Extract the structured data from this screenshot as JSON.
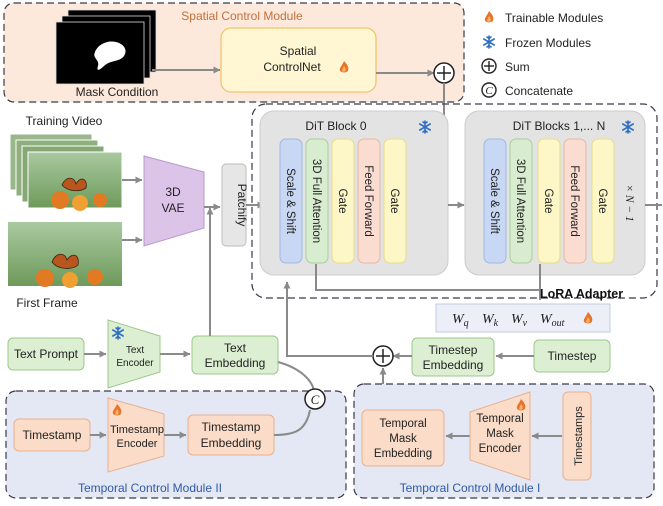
{
  "legend": {
    "trainable": "Trainable Modules",
    "frozen": "Frozen Modules",
    "sum": "Sum",
    "concatenate": "Concatenate"
  },
  "spatial_module": {
    "title": "Spatial Control  Module",
    "mask_label": "Mask Condition",
    "controlnet_line1": "Spatial",
    "controlnet_line2": "ControlNet"
  },
  "inputs": {
    "training_video": "Training Video",
    "first_frame": "First Frame"
  },
  "vae": {
    "line1": "3D",
    "line2": "VAE"
  },
  "patchify": "Patchify",
  "dit0": {
    "title": "DiT Block 0",
    "layers": [
      "Scale & Shift",
      "3D Full Attention",
      "Gate",
      "Feed Forward",
      "Gate"
    ]
  },
  "dit1": {
    "title": "DiT Blocks 1,... N",
    "layers": [
      "Scale & Shift",
      "3D Full Attention",
      "Gate",
      "Feed Forward",
      "Gate"
    ],
    "repeat": "× N − 1"
  },
  "lora": {
    "title": "LoRA Adapter",
    "weights": [
      "W",
      "W",
      "W",
      "W"
    ],
    "subs": [
      "q",
      "k",
      "v",
      "out"
    ]
  },
  "text": {
    "prompt": "Text Prompt",
    "encoder_line1": "Text",
    "encoder_line2": "Encoder",
    "emb_line1": "Text",
    "emb_line2": "Embedding"
  },
  "timestep": {
    "label": "Timestep",
    "emb_line1": "Timestep",
    "emb_line2": "Embedding"
  },
  "temporal2": {
    "title": "Temporal Control  Module II",
    "timestamp": "Timestamp",
    "enc_line1": "Timestamp",
    "enc_line2": "Encoder",
    "emb_line1": "Timestamp",
    "emb_line2": "Embedding"
  },
  "temporal1": {
    "title": "Temporal Control  Module I",
    "mask_emb": [
      "Temporal",
      "Mask",
      "Embedding"
    ],
    "mask_enc": [
      "Temporal",
      "Mask",
      "Encoder"
    ],
    "timestamps": "Timestamps"
  },
  "colors": {
    "flame": "#e8742b",
    "snow": "#2f6fc4",
    "arrow": "#8a8a8a",
    "green_fill": "#dcefd2",
    "orange_fill": "#fbdcc8",
    "module_bg": "#e4e8f4",
    "spatial_bg": "#fce9dc"
  }
}
